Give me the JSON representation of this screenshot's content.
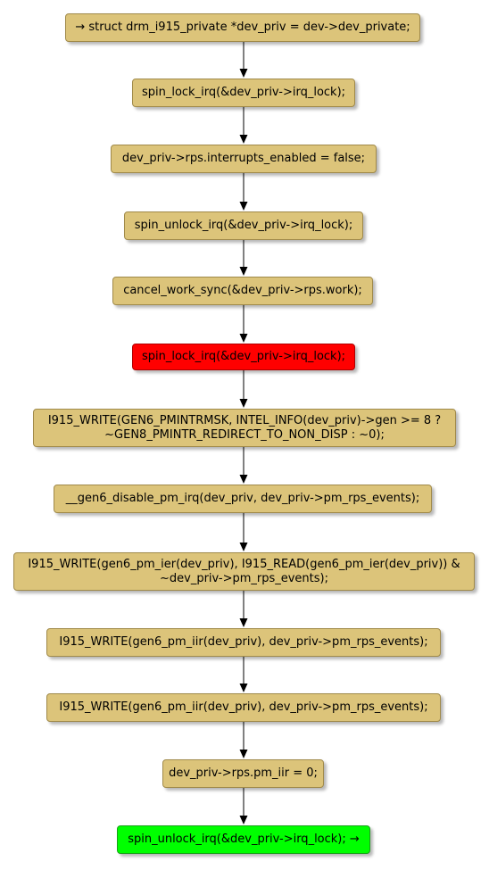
{
  "diagram": {
    "type": "activity-flow",
    "colors": {
      "default_fill": "#dcc47a",
      "highlight_fill": "#ff0000",
      "end_fill": "#00ff00",
      "arrow": "#000000"
    },
    "nodes": [
      {
        "id": "n1",
        "lines": [
          "→ struct drm_i915_private *dev_priv = dev->dev_private;"
        ],
        "style": "default"
      },
      {
        "id": "n2",
        "lines": [
          "spin_lock_irq(&dev_priv->irq_lock);"
        ],
        "style": "default"
      },
      {
        "id": "n3",
        "lines": [
          "dev_priv->rps.interrupts_enabled = false;"
        ],
        "style": "default"
      },
      {
        "id": "n4",
        "lines": [
          "spin_unlock_irq(&dev_priv->irq_lock);"
        ],
        "style": "default"
      },
      {
        "id": "n5",
        "lines": [
          "cancel_work_sync(&dev_priv->rps.work);"
        ],
        "style": "default"
      },
      {
        "id": "n6",
        "lines": [
          "spin_lock_irq(&dev_priv->irq_lock);"
        ],
        "style": "highlight"
      },
      {
        "id": "n7",
        "lines": [
          "I915_WRITE(GEN6_PMINTRMSK, INTEL_INFO(dev_priv)->gen >= 8 ?",
          "~GEN8_PMINTR_REDIRECT_TO_NON_DISP : ~0);"
        ],
        "style": "default"
      },
      {
        "id": "n8",
        "lines": [
          "__gen6_disable_pm_irq(dev_priv, dev_priv->pm_rps_events);"
        ],
        "style": "default"
      },
      {
        "id": "n9",
        "lines": [
          "I915_WRITE(gen6_pm_ier(dev_priv), I915_READ(gen6_pm_ier(dev_priv)) &",
          "~dev_priv->pm_rps_events);"
        ],
        "style": "default"
      },
      {
        "id": "n10",
        "lines": [
          "I915_WRITE(gen6_pm_iir(dev_priv), dev_priv->pm_rps_events);"
        ],
        "style": "default"
      },
      {
        "id": "n11",
        "lines": [
          "I915_WRITE(gen6_pm_iir(dev_priv), dev_priv->pm_rps_events);"
        ],
        "style": "default"
      },
      {
        "id": "n12",
        "lines": [
          "dev_priv->rps.pm_iir = 0;"
        ],
        "style": "default"
      },
      {
        "id": "n13",
        "lines": [
          "spin_unlock_irq(&dev_priv->irq_lock); →"
        ],
        "style": "end"
      }
    ],
    "edges": [
      [
        "n1",
        "n2"
      ],
      [
        "n2",
        "n3"
      ],
      [
        "n3",
        "n4"
      ],
      [
        "n4",
        "n5"
      ],
      [
        "n5",
        "n6"
      ],
      [
        "n6",
        "n7"
      ],
      [
        "n7",
        "n8"
      ],
      [
        "n8",
        "n9"
      ],
      [
        "n9",
        "n10"
      ],
      [
        "n10",
        "n11"
      ],
      [
        "n11",
        "n12"
      ],
      [
        "n12",
        "n13"
      ]
    ]
  }
}
